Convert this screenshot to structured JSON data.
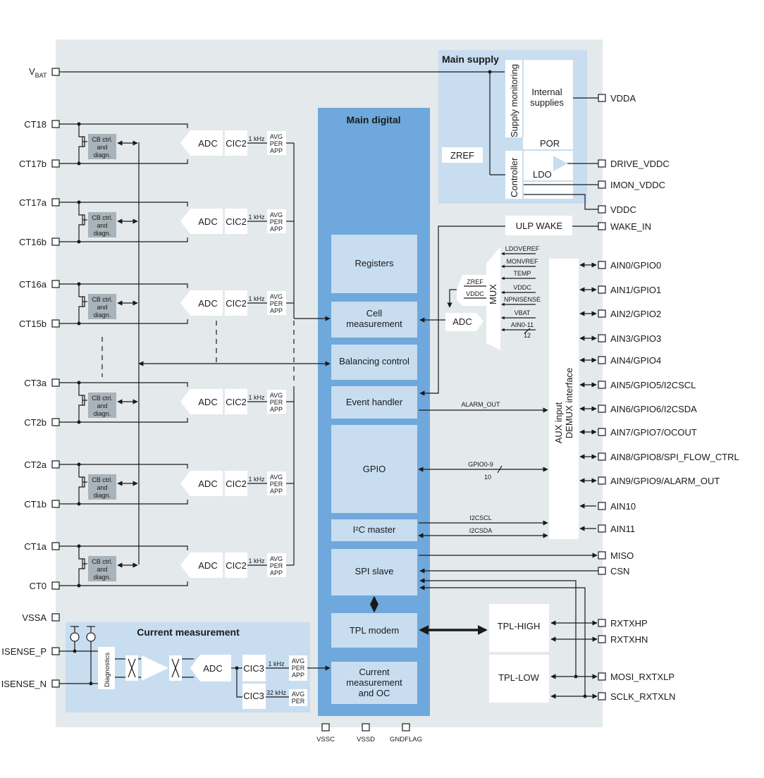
{
  "pins_left": [
    "V",
    "BAT",
    "CT18",
    "CT17b",
    "CT17a",
    "CT16b",
    "CT16a",
    "CT15b",
    "CT3a",
    "CT2b",
    "CT2a",
    "CT1b",
    "CT1a",
    "CT0",
    "VSSA",
    "ISENSE_P",
    "ISENSE_N"
  ],
  "pins_right": [
    "VDDA",
    "DRIVE_VDDC",
    "IMON_VDDC",
    "VDDC",
    "WAKE_IN",
    "AIN0/GPIO0",
    "AIN1/GPIO1",
    "AIN2/GPIO2",
    "AIN3/GPIO3",
    "AIN4/GPIO4",
    "AIN5/GPIO5/I2CSCL",
    "AIN6/GPIO6/I2CSDA",
    "AIN7/GPIO7/OCOUT",
    "AIN8/GPIO8/SPI_FLOW_CTRL",
    "AIN9/GPIO9/ALARM_OUT",
    "AIN10",
    "AIN11",
    "MISO",
    "CSN",
    "RXTXHP",
    "RXTXHN",
    "MOSI_RXTXLP",
    "SCLK_RXTXLN"
  ],
  "pins_bottom": [
    "VSSC",
    "VSSD",
    "GNDFLAG"
  ],
  "main_supply": {
    "title": "Main supply",
    "supply_monitoring": "Supply monitoring",
    "internal_supplies": [
      "Internal",
      "supplies"
    ],
    "por": "POR",
    "zref": "ZREF",
    "controller": "Controller",
    "ldo": "LDO"
  },
  "main_digital": {
    "title": "Main digital",
    "registers": "Registers",
    "cell_measurement": [
      "Cell",
      "measurement"
    ],
    "balancing_control": "Balancing control",
    "event_handler": "Event handler",
    "gpio": "GPIO",
    "i2c_master": "I²C master",
    "spi_slave": "SPI slave",
    "tpl_modem": "TPL modem",
    "current_meas_oc": [
      "Current",
      "measurement",
      "and OC"
    ]
  },
  "cell_channel": {
    "adc": "ADC",
    "cic": "CIC2",
    "rate": "1 kHz",
    "modes": [
      "AVG",
      "PER",
      "APP"
    ],
    "cb": [
      "CB ctrl.",
      "and",
      "diagn."
    ]
  },
  "aux": {
    "ulp_wake": "ULP WAKE",
    "mux_inputs": [
      "LDOVEREF",
      "MONVREF",
      "TEMP",
      "VDDC",
      "NPNISENSE",
      "VBAT",
      "AIN0-11"
    ],
    "bus_width_12": "12",
    "mux": "MUX",
    "mux_side": [
      "ZREF",
      "VDDC"
    ],
    "adc": "ADC",
    "demux": [
      "AUX input",
      "DEMUX interface"
    ]
  },
  "signals": {
    "alarm_out": "ALARM_OUT",
    "gpio_bus": "GPIO0-9",
    "gpio_width": "10",
    "i2cscl": "I2CSCL",
    "i2csda": "I2CSDA"
  },
  "tpl": {
    "high": "TPL-HIGH",
    "low": "TPL-LOW"
  },
  "current": {
    "title": "Current measurement",
    "diagnostics": "Diagnostics",
    "adc": "ADC",
    "cic": "CIC3",
    "rate1": "1 kHz",
    "rate2": "32 kHz",
    "modes1": [
      "AVG",
      "PER",
      "APP"
    ],
    "modes2": [
      "AVG",
      "PER"
    ]
  },
  "colors": {
    "chip_bg": "#e4e9ec",
    "light_block": "#c8ddf0",
    "main_digital": "#6fa8dc",
    "inner_white": "#ffffff",
    "cb_block": "#a9b3ba",
    "line": "#1a1a1a"
  }
}
